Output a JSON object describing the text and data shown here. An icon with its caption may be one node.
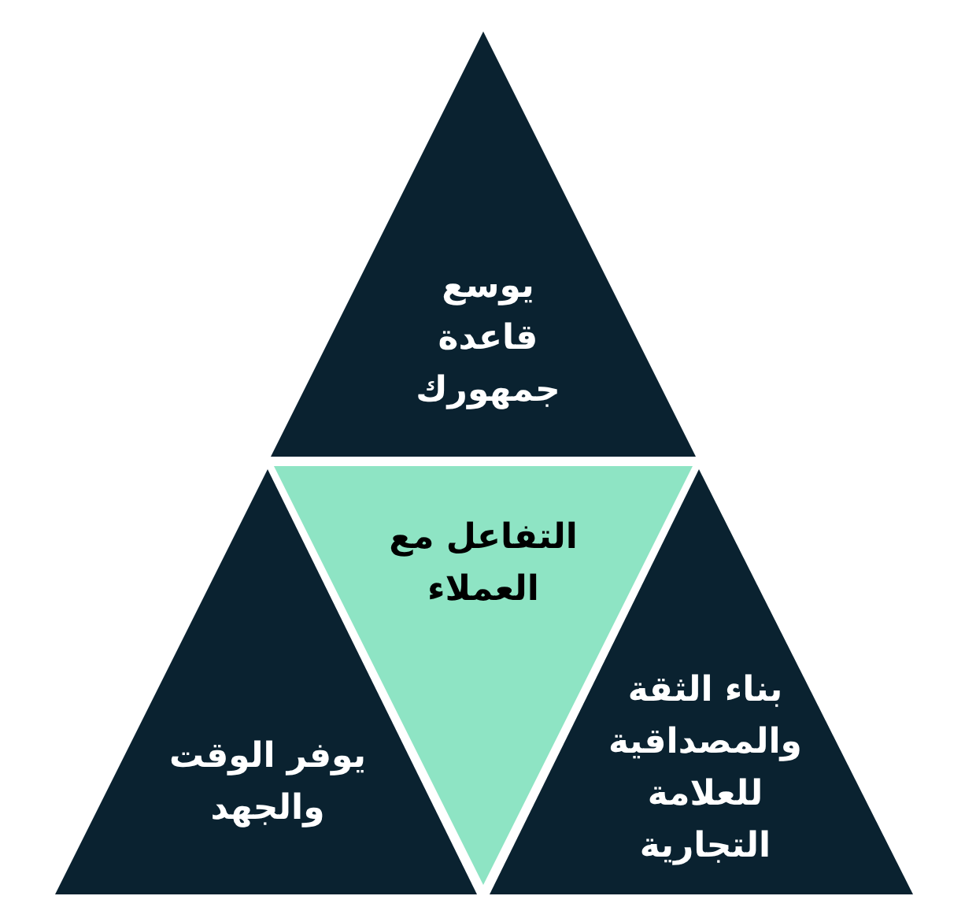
{
  "diagram": {
    "nodes": [
      {
        "text": [
          "يوسع قاعدة جمهورك"
        ]
      },
      {
        "text": [
          "يوفر الوقت والجهد"
        ]
      },
      {
        "text": [
          "التفاعل مع العملاء"
        ]
      },
      {
        "text": [
          "بناء الثقة والمصداقية للعلامة التجارية"
        ]
      }
    ]
  }
}
